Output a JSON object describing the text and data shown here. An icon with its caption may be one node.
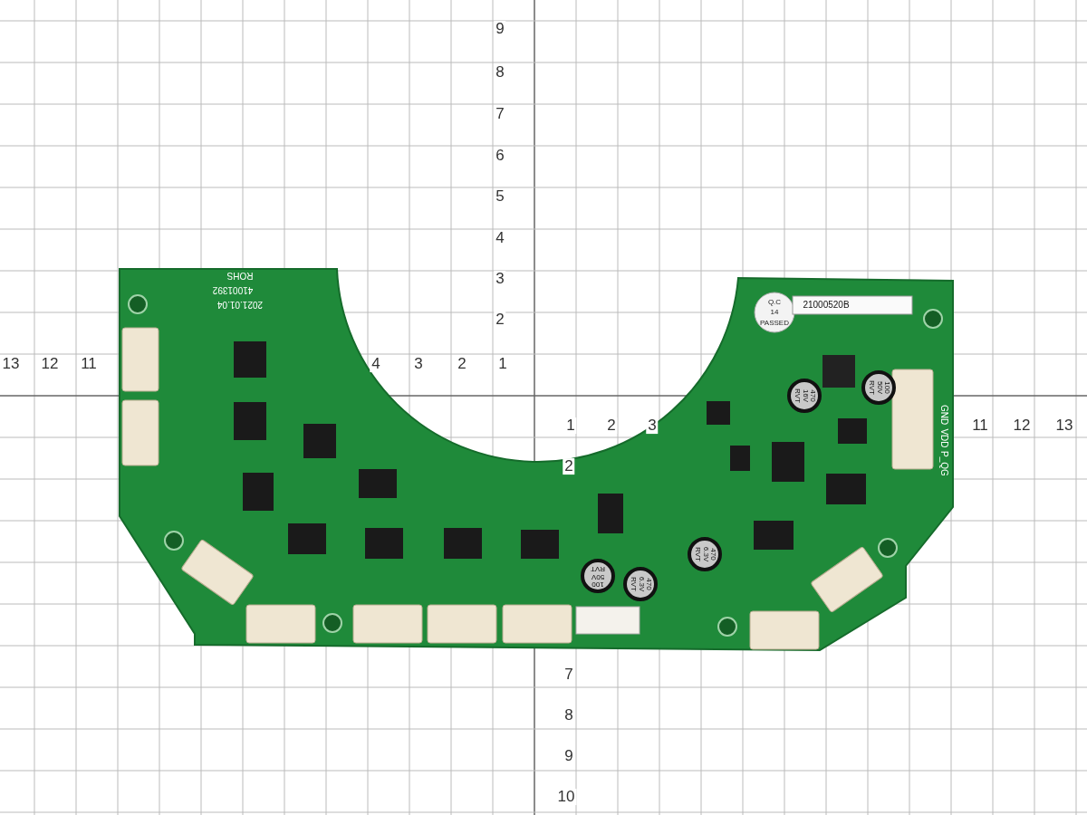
{
  "diagram": {
    "labels": [
      "9",
      "8",
      "7",
      "6",
      "5",
      "4",
      "3",
      "2",
      "13",
      "12",
      "11",
      "4",
      "3",
      "2",
      "1",
      "1",
      "2",
      "3",
      "11",
      "12",
      "13",
      "2",
      "7",
      "8",
      "9",
      "10",
      "ROHS",
      "41001392",
      "2021.01.04",
      "Q.C",
      "14",
      "PASSED",
      "21000520B",
      "470 16V RVT",
      "100 50V RVT",
      "100 50V RVT",
      "470 6.3V RVT",
      "470 6.3V RVT",
      "P_QG",
      "VDD",
      "GND"
    ]
  }
}
